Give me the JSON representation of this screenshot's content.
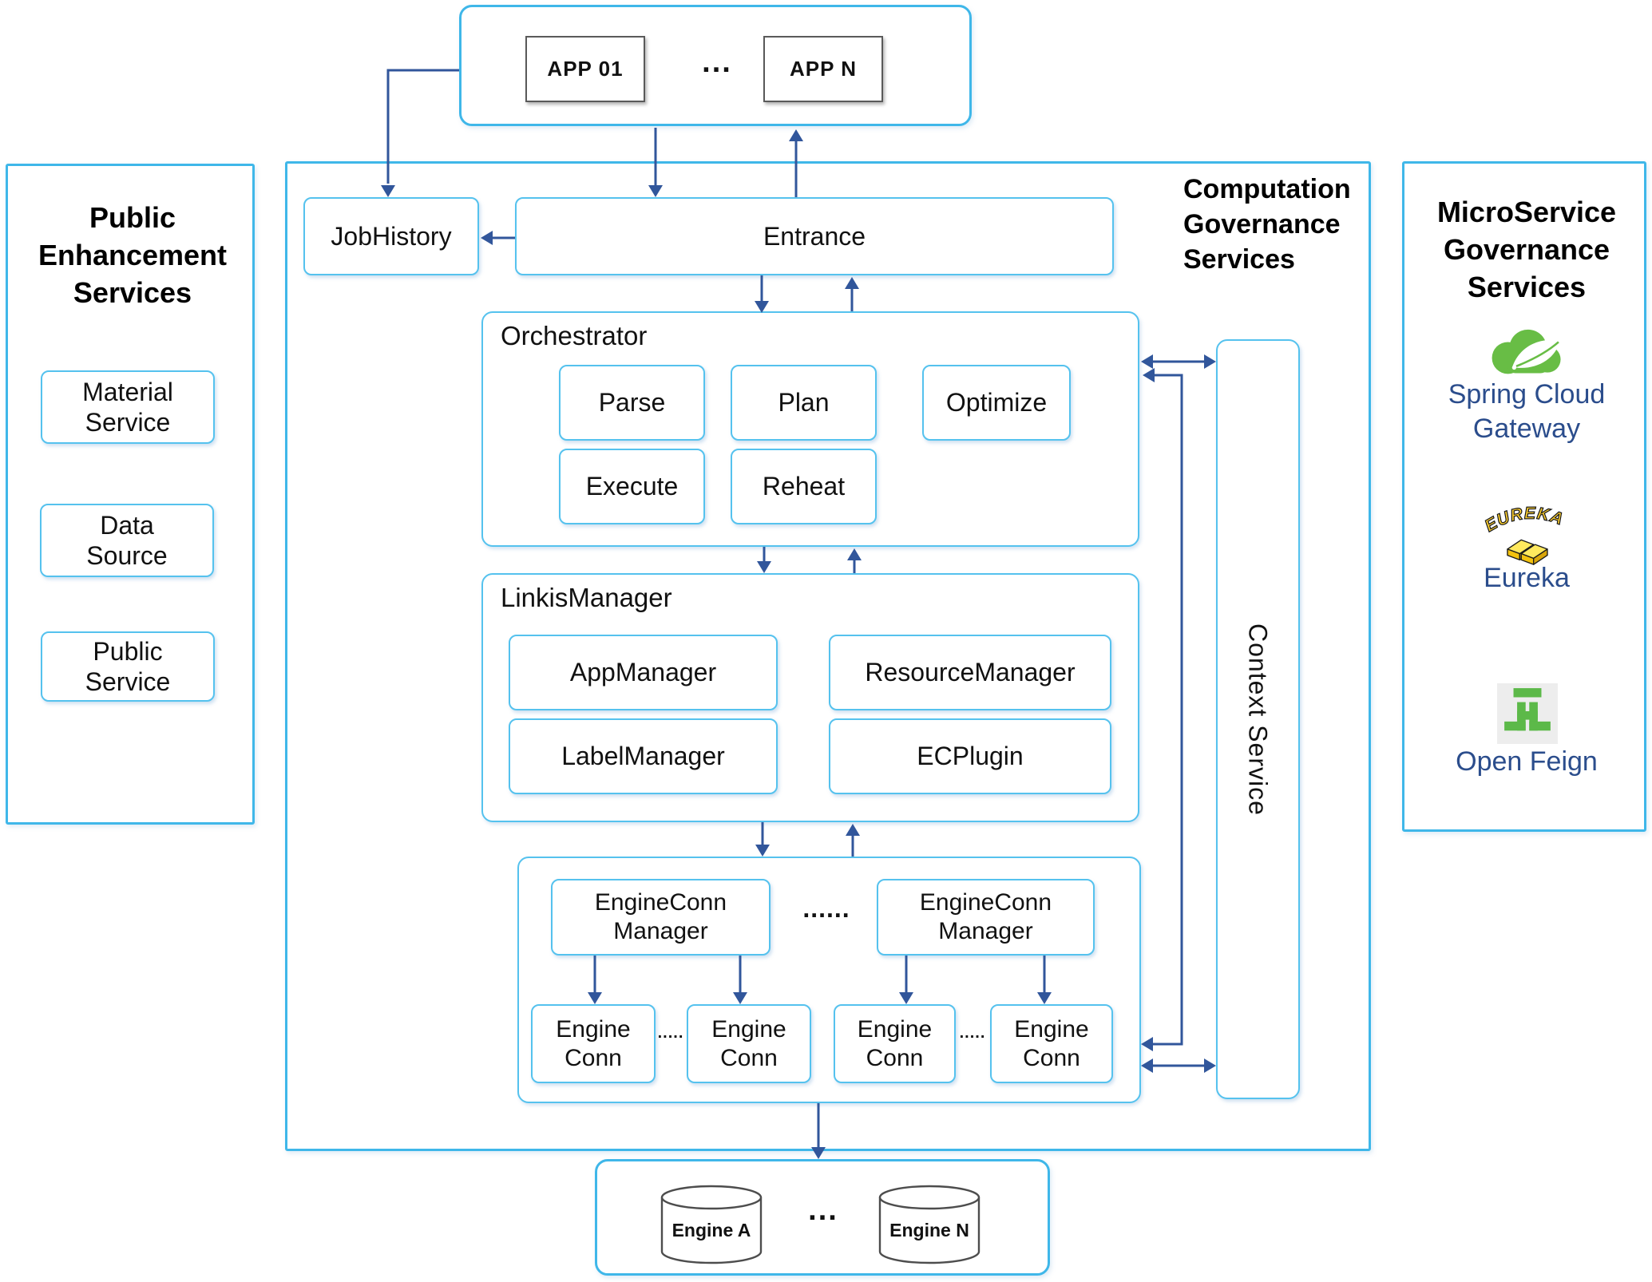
{
  "app_layer": {
    "app_01": "APP 01",
    "app_n": "APP N",
    "ellipsis": "..."
  },
  "public_enhancement": {
    "title": "Public Enhancement Services",
    "material": "Material Service",
    "data_source": "Data Source",
    "public_service": "Public Service"
  },
  "computation": {
    "title": "Computation Governance Services",
    "job_history": "JobHistory",
    "entrance": "Entrance",
    "orchestrator": {
      "title": "Orchestrator",
      "parse": "Parse",
      "plan": "Plan",
      "optimize": "Optimize",
      "execute": "Execute",
      "reheat": "Reheat"
    },
    "linkis_manager": {
      "title": "LinkisManager",
      "app_manager": "AppManager",
      "resource_manager": "ResourceManager",
      "label_manager": "LabelManager",
      "ec_plugin": "ECPlugin"
    },
    "engine_conn_layer": {
      "manager_1": "EngineConn Manager",
      "manager_2": "EngineConn Manager",
      "manager_ellipsis": "......",
      "conn_1": "Engine Conn",
      "conn_2": "Engine Conn",
      "conn_3": "Engine Conn",
      "conn_4": "Engine Conn",
      "conn_ellipsis": "....."
    },
    "context_service": "Context Service"
  },
  "microservice": {
    "title": "MicroService Governance Services",
    "spring": "Spring Cloud Gateway",
    "eureka": "Eureka",
    "eureka_logo_text": "EUREKA",
    "feign": "Open Feign",
    "icons": [
      "spring-cloud-logo",
      "eureka-logo",
      "openfeign-logo"
    ]
  },
  "engines": {
    "engine_a": "Engine A",
    "engine_n": "Engine N",
    "ellipsis": "..."
  },
  "colors": {
    "panel_border": "#3fb7e9",
    "node_border": "#55c2ee",
    "arrow": "#31569b",
    "app_box_border": "#5a5a5a",
    "logo_label_blue": "#2b4d8c",
    "spring_green": "#68bd45",
    "eureka_gold": "#ffd02e",
    "feign_green": "#5cb949",
    "text": "#111111"
  }
}
